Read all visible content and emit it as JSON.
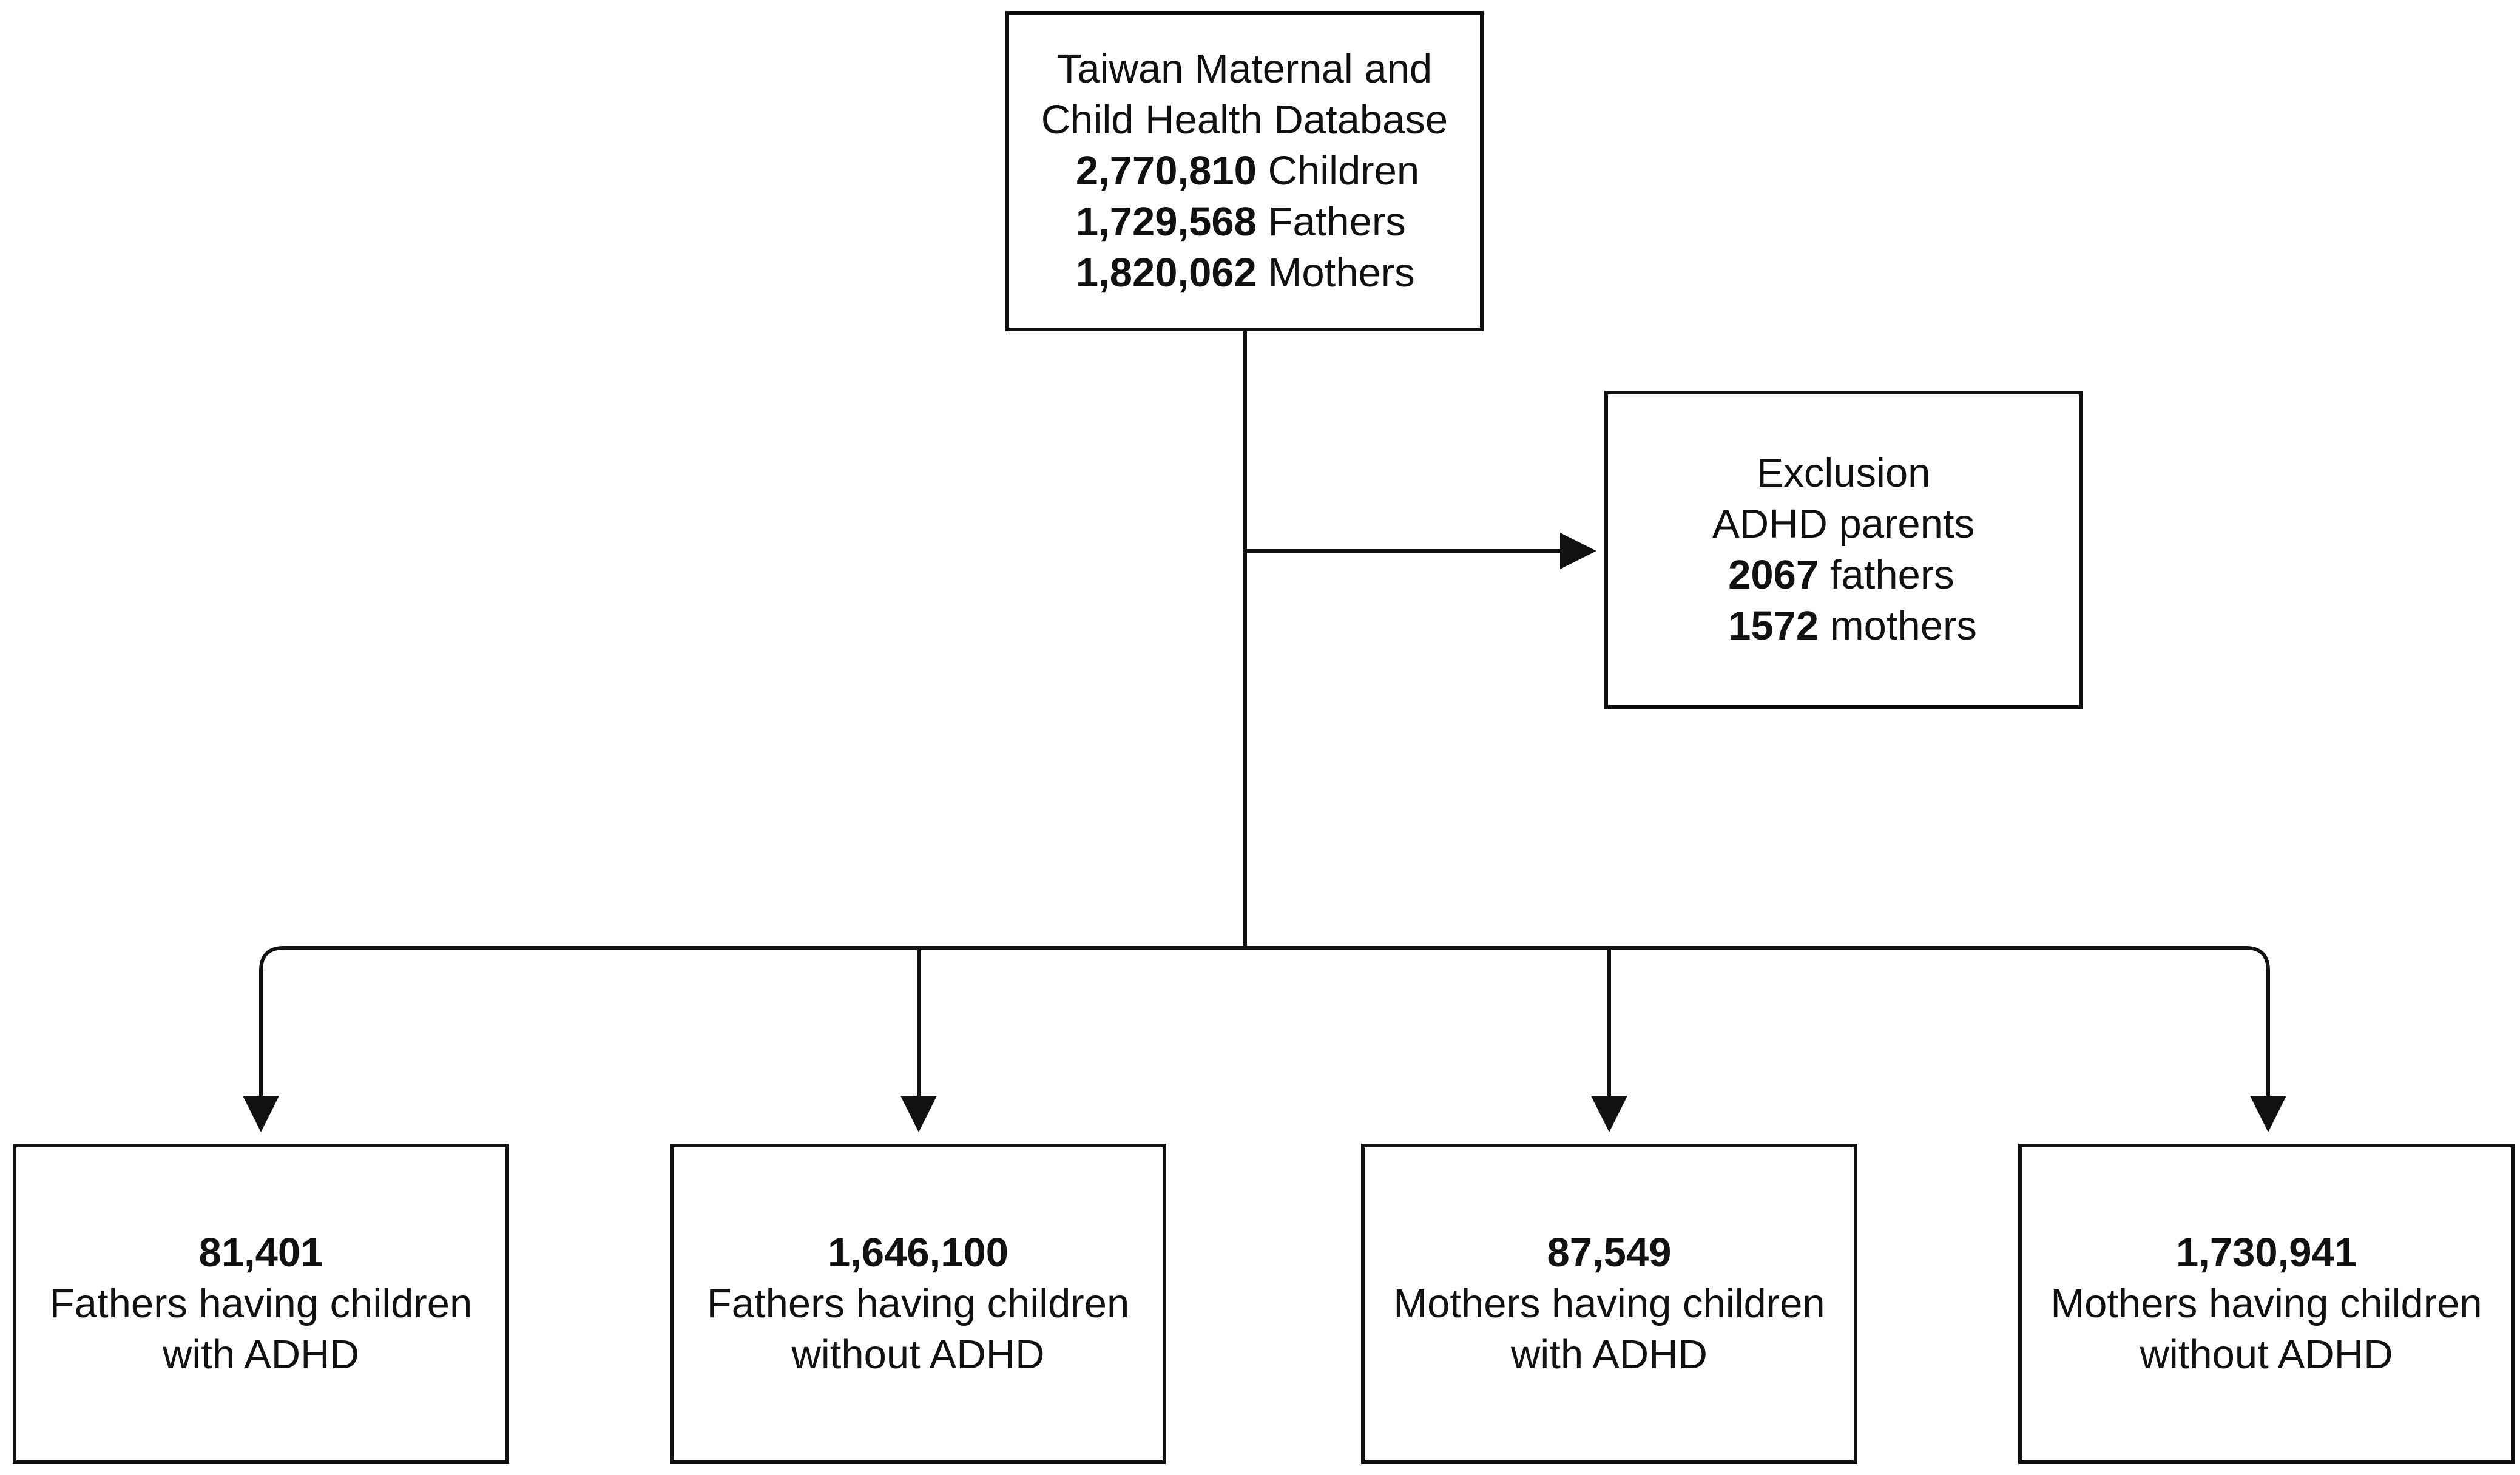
{
  "source": {
    "title_lines": [
      "Taiwan Maternal and",
      "Child Health Database"
    ],
    "stats": [
      {
        "value": "2,770,810",
        "label": "Children"
      },
      {
        "value": "1,729,568",
        "label": "Fathers"
      },
      {
        "value": "1,820,062",
        "label": "Mothers"
      }
    ]
  },
  "exclusion": {
    "title_lines": [
      "Exclusion",
      "ADHD parents"
    ],
    "stats": [
      {
        "value": "2067",
        "label": "fathers"
      },
      {
        "value": "1572",
        "label": "mothers"
      }
    ]
  },
  "groups": [
    {
      "count": "81,401",
      "line1": "Fathers having children",
      "line2": "with ADHD"
    },
    {
      "count": "1,646,100",
      "line1": "Fathers having children",
      "line2": "without ADHD"
    },
    {
      "count": "87,549",
      "line1": "Mothers having children",
      "line2": "with ADHD"
    },
    {
      "count": "1,730,941",
      "line1": "Mothers having children",
      "line2": "without ADHD"
    }
  ],
  "colors": {
    "stroke": "#111111",
    "background": "#ffffff"
  }
}
